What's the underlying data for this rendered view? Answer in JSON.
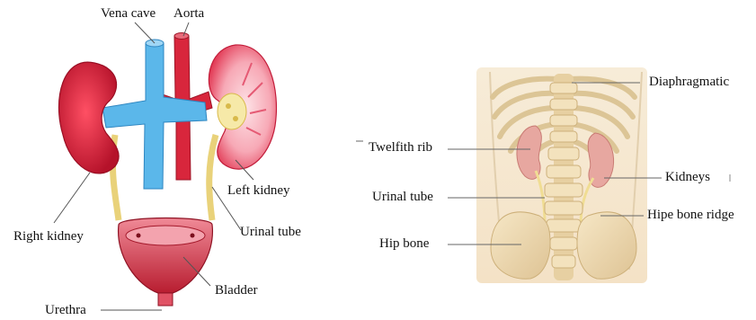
{
  "left_panel": {
    "labels": {
      "vena_cave": "Vena cave",
      "aorta": "Aorta",
      "left_kidney": "Left kidney",
      "right_kidney": "Right kidney",
      "urinal_tube": "Urinal tube",
      "bladder": "Bladder",
      "urethra": "Urethra"
    }
  },
  "right_panel": {
    "labels": {
      "diaphragmatic": "Diaphragmatic",
      "twelfth_rib": "Twelfith rib",
      "kidneys": "Kidneys",
      "urinal_tube": "Urinal tube",
      "hip_bone_ridge": "Hipe bone ridge",
      "hip_bone": "Hip bone"
    }
  },
  "colors": {
    "kidney_red": "#d81e3a",
    "kidney_pink": "#f06b83",
    "vein_blue": "#5bb7ea",
    "artery_red": "#d8263c",
    "ureter_yellow": "#f2e08c",
    "bladder_red": "#c9283a",
    "bone": "#efdcb4",
    "bone_shadow": "#d9c08e",
    "kidney_back": "#e7a7a0"
  }
}
